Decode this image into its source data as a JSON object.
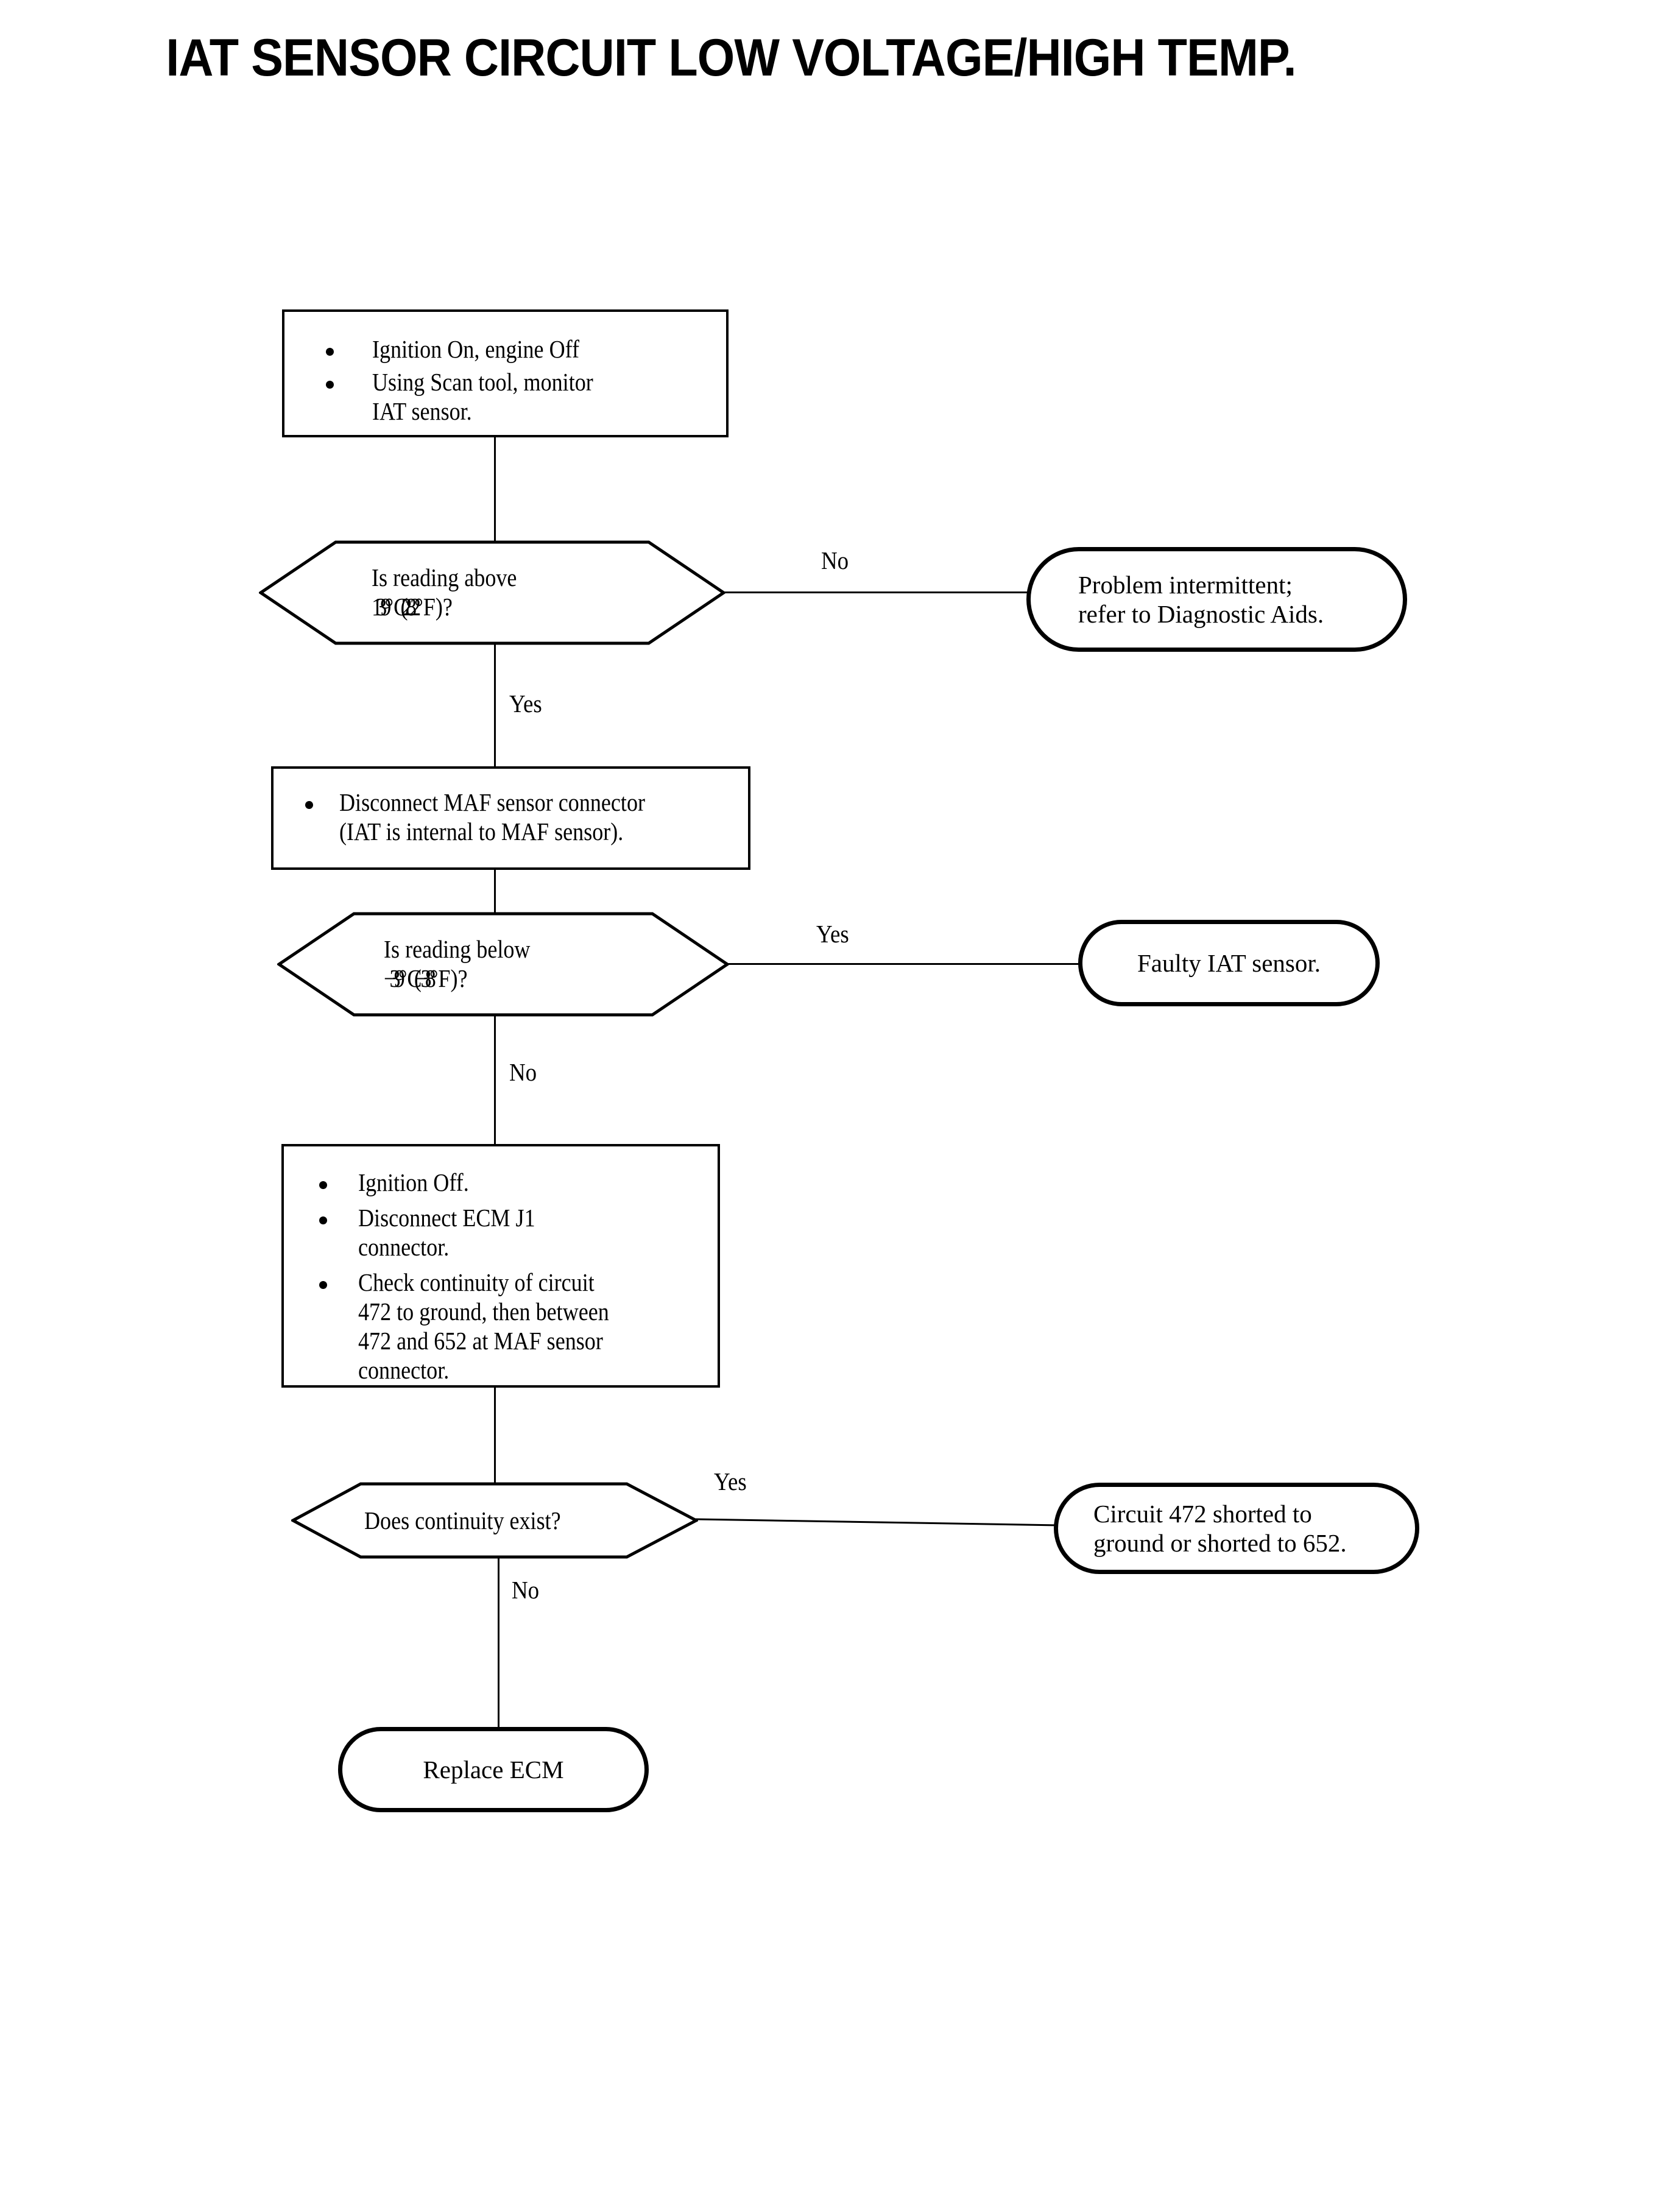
{
  "title": "IAT SENSOR CIRCUIT LOW VOLTAGE/HIGH TEMP.",
  "colors": {
    "ink": "#000000",
    "background": "#ffffff"
  },
  "nodes": {
    "step1": {
      "type": "process",
      "bullets": [
        "Ignition On, engine Off",
        "Using Scan tool, monitor\nIAT sensor."
      ]
    },
    "decision1": {
      "type": "decision",
      "line1": "Is reading above",
      "line2_prefix": "139",
      "line2_deg1": "°",
      "line2_mid": "C (282",
      "line2_deg2": "°",
      "line2_suffix": "F)?",
      "text": "Is reading above\n139°C (282°F)?"
    },
    "terminal1": {
      "type": "terminal",
      "text": "Problem intermittent;\nrefer to Diagnostic Aids."
    },
    "step2": {
      "type": "process",
      "bullets": [
        "Disconnect MAF sensor connector\n(IAT is internal to MAF sensor)."
      ]
    },
    "decision2": {
      "type": "decision",
      "line1": "Is reading below",
      "line2_prefix": "−39",
      "line2_deg1": "°",
      "line2_mid": "C (−38",
      "line2_deg2": "°",
      "line2_suffix": "F)?",
      "text": "Is reading below\n−39°C (−38°F)?"
    },
    "terminal2": {
      "type": "terminal",
      "text": "Faulty IAT sensor."
    },
    "step3": {
      "type": "process",
      "bullets": [
        "Ignition Off.",
        "Disconnect ECM J1\nconnector.",
        "Check continuity of circuit\n472 to ground, then between\n472 and 652 at MAF sensor\nconnector."
      ]
    },
    "decision3": {
      "type": "decision",
      "text": "Does continuity exist?"
    },
    "terminal3": {
      "type": "terminal",
      "text": "Circuit 472 shorted to\nground or shorted to 652."
    },
    "terminal4": {
      "type": "terminal",
      "text": "Replace ECM"
    }
  },
  "edge_labels": {
    "d1_no": "No",
    "d1_yes": "Yes",
    "d2_yes": "Yes",
    "d2_no": "No",
    "d3_yes": "Yes",
    "d3_no": "No"
  },
  "flow": {
    "type": "flowchart",
    "orientation": "top-down",
    "edges": [
      {
        "from": "step1",
        "to": "decision1",
        "label": ""
      },
      {
        "from": "decision1",
        "to": "terminal1",
        "label": "No"
      },
      {
        "from": "decision1",
        "to": "step2",
        "label": "Yes"
      },
      {
        "from": "step2",
        "to": "decision2",
        "label": ""
      },
      {
        "from": "decision2",
        "to": "terminal2",
        "label": "Yes"
      },
      {
        "from": "decision2",
        "to": "step3",
        "label": "No"
      },
      {
        "from": "step3",
        "to": "decision3",
        "label": ""
      },
      {
        "from": "decision3",
        "to": "terminal3",
        "label": "Yes"
      },
      {
        "from": "decision3",
        "to": "terminal4",
        "label": "No"
      }
    ]
  }
}
